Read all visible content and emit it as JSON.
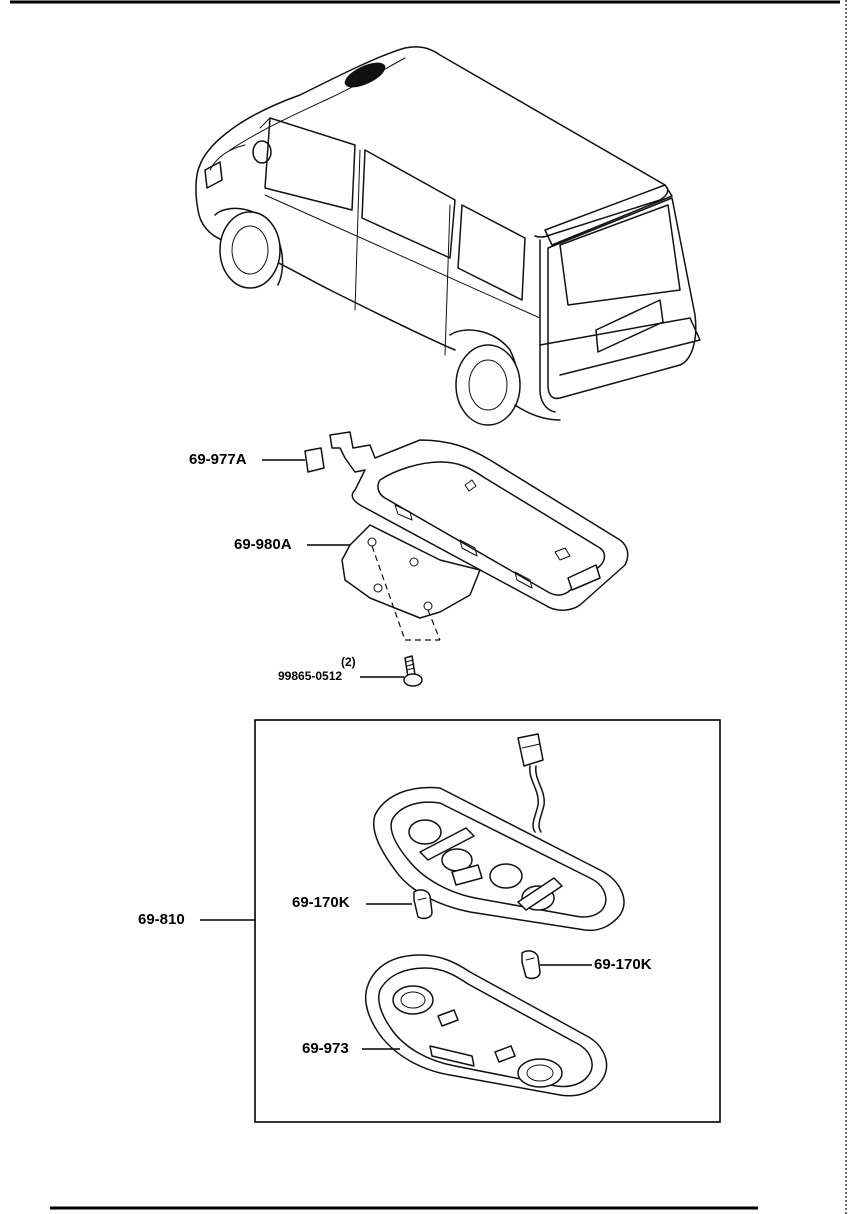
{
  "callouts": {
    "p1": "69-977A",
    "p2": "69-980A",
    "p3_qty": "(2)",
    "p3": "99865-0512",
    "p4": "69-810",
    "p5": "69-170K",
    "p6": "69-170K",
    "p7": "69-973"
  }
}
